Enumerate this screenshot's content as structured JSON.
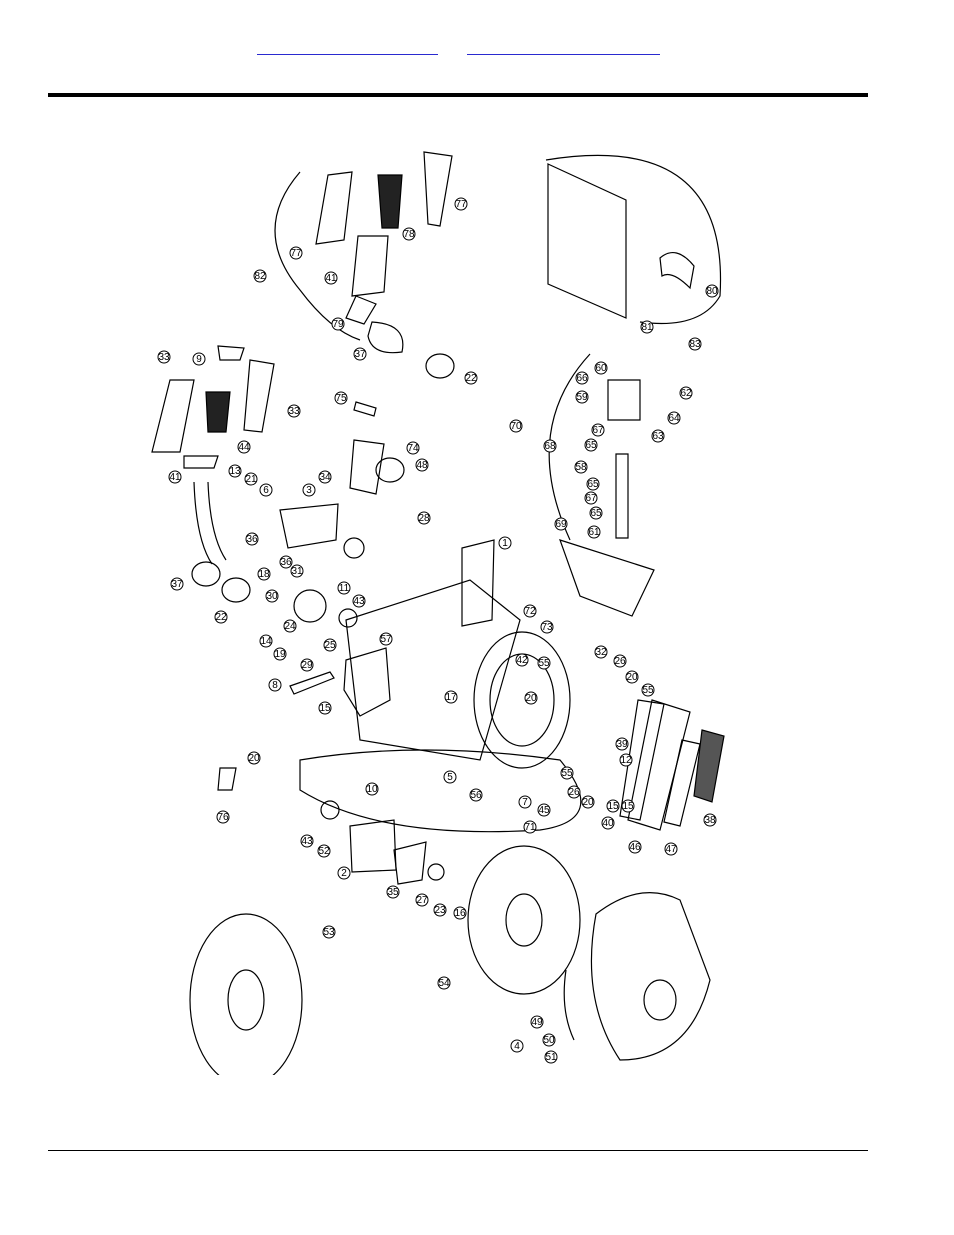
{
  "header": {
    "link_left": "",
    "link_right": ""
  },
  "diagram": {
    "callouts": [
      "1",
      "2",
      "3",
      "4",
      "5",
      "6",
      "7",
      "8",
      "9",
      "10",
      "11",
      "12",
      "13",
      "14",
      "15",
      "15",
      "15",
      "16",
      "17",
      "18",
      "19",
      "20",
      "20",
      "20",
      "20",
      "21",
      "22",
      "22",
      "23",
      "24",
      "25",
      "26",
      "26",
      "27",
      "28",
      "29",
      "30",
      "31",
      "32",
      "33",
      "33",
      "34",
      "35",
      "36",
      "36",
      "37",
      "37",
      "38",
      "39",
      "40",
      "41",
      "41",
      "42",
      "43",
      "43",
      "44",
      "45",
      "46",
      "47",
      "48",
      "49",
      "50",
      "51",
      "52",
      "53",
      "54",
      "55",
      "55",
      "55",
      "56",
      "57",
      "58",
      "59",
      "60",
      "61",
      "62",
      "63",
      "64",
      "65",
      "65",
      "65",
      "66",
      "67",
      "67",
      "68",
      "69",
      "70",
      "71",
      "72",
      "73",
      "74",
      "75",
      "76",
      "77",
      "77",
      "78",
      "79",
      "80",
      "81",
      "82",
      "83"
    ]
  }
}
